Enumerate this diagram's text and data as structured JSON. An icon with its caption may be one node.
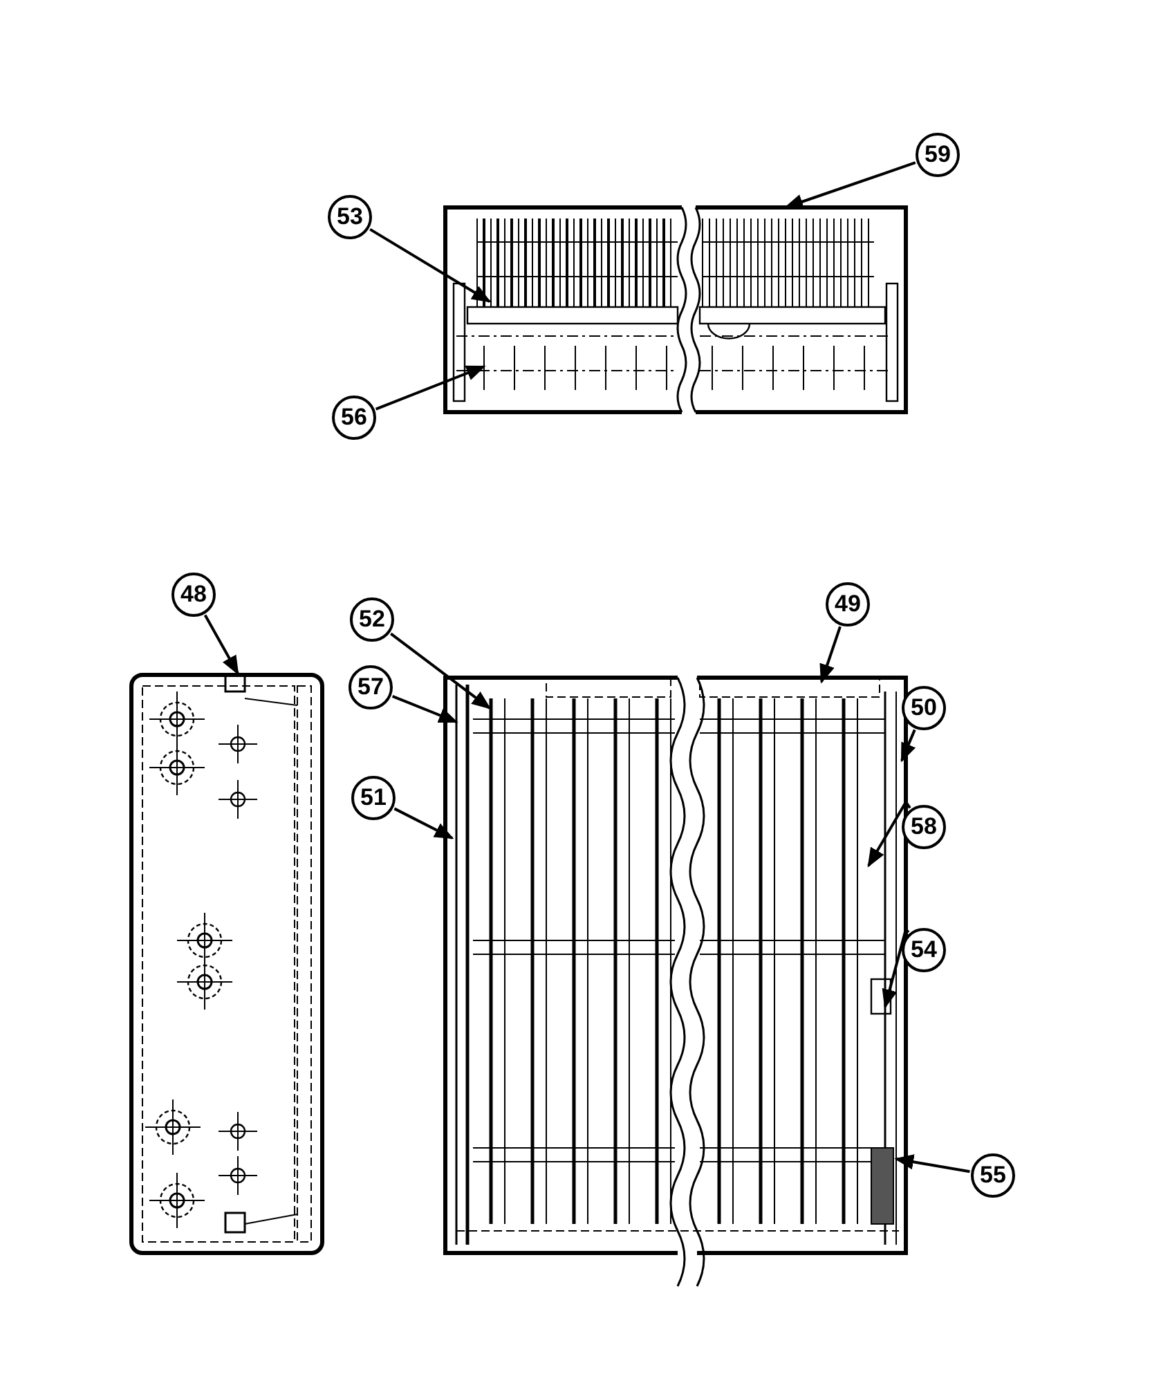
{
  "diagram": {
    "nodes": [
      {
        "text": [
          "59"
        ]
      },
      {
        "text": [
          "53"
        ]
      },
      {
        "text": [
          "56"
        ]
      },
      {
        "text": [
          "48"
        ]
      },
      {
        "text": [
          "49"
        ]
      },
      {
        "text": [
          "52"
        ]
      },
      {
        "text": [
          "57"
        ]
      },
      {
        "text": [
          "50"
        ]
      },
      {
        "text": [
          "51"
        ]
      },
      {
        "text": [
          "58"
        ]
      },
      {
        "text": [
          "54"
        ]
      },
      {
        "text": [
          "55"
        ]
      },
      {
        "text": [],
        "shape": "picture"
      },
      {
        "text": [],
        "shape": "picture"
      },
      {
        "text": [],
        "shape": "picture"
      }
    ],
    "edges": [
      {
        "from": 0,
        "to": 12,
        "arrow": "to"
      },
      {
        "from": 1,
        "to": 12,
        "arrow": "to"
      },
      {
        "from": 2,
        "to": 12,
        "arrow": "to"
      },
      {
        "from": 3,
        "to": 13,
        "arrow": "to"
      },
      {
        "from": 4,
        "to": 14,
        "arrow": "to"
      },
      {
        "from": 5,
        "to": 14,
        "arrow": "to"
      },
      {
        "from": 6,
        "to": 14,
        "arrow": "to"
      },
      {
        "from": 7,
        "to": 14,
        "arrow": "to"
      },
      {
        "from": 8,
        "to": 14,
        "arrow": "to"
      },
      {
        "from": 9,
        "to": 14,
        "arrow": "to"
      },
      {
        "from": 10,
        "to": 14,
        "arrow": "to"
      },
      {
        "from": 11,
        "to": 14,
        "arrow": "to"
      }
    ]
  }
}
